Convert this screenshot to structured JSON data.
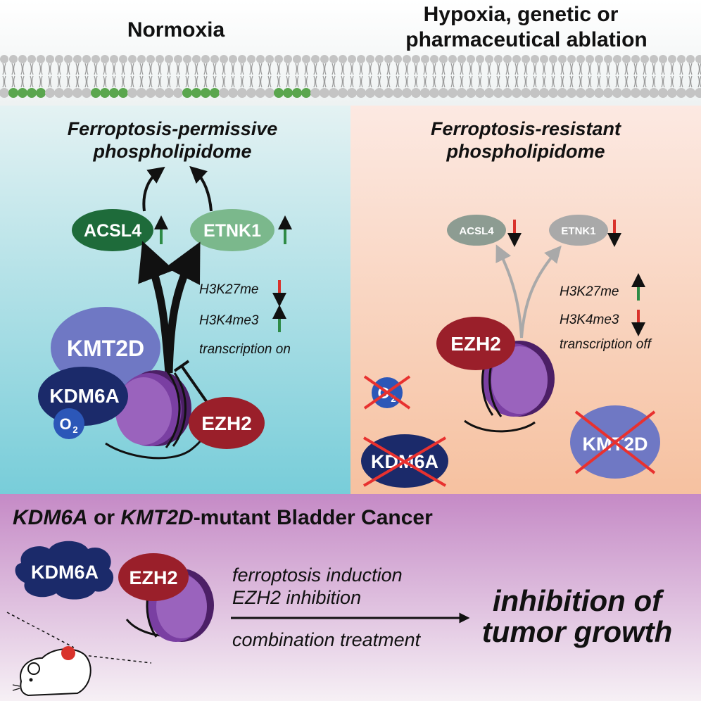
{
  "header": {
    "left_title": "Normoxia",
    "right_title_line1": "Hypoxia, genetic or",
    "right_title_line2": "pharmaceutical ablation"
  },
  "normoxia_panel": {
    "subtitle_line1": "Ferroptosis-permissive",
    "subtitle_line2": "phospholipidome",
    "acsl4": "ACSL4",
    "etnk1": "ETNK1",
    "marks": [
      "H3K27me",
      "H3K4me3",
      "transcription on"
    ],
    "kmt2d": "KMT2D",
    "kdm6a": "KDM6A",
    "o2": "O",
    "o2_sub": "2",
    "ezh2": "EZH2"
  },
  "hypoxia_panel": {
    "subtitle_line1": "Ferroptosis-resistant",
    "subtitle_line2": "phospholipidome",
    "acsl4": "ACSL4",
    "etnk1": "ETNK1",
    "marks": [
      "H3K27me",
      "H3K4me3",
      "transcription off"
    ],
    "ezh2": "EZH2",
    "o2": "O",
    "o2_sub": "2",
    "kdm6a": "KDM6A",
    "kmt2d": "KMT2D"
  },
  "bottom_panel": {
    "title_gene1": "KDM6A",
    "title_or": " or ",
    "title_gene2": "KMT2D",
    "title_rest": "-mutant Bladder Cancer",
    "kdm6a": "KDM6A",
    "ezh2": "EZH2",
    "treatment_line1": "ferroptosis induction",
    "treatment_line2": "EZH2 inhibition",
    "treatment_line3": "combination treatment",
    "outcome_line1": "inhibition of",
    "outcome_line2": "tumor growth"
  },
  "colors": {
    "normoxia_top": "#d8eef0",
    "normoxia_bottom": "#7fcfdb",
    "hypoxia_top": "#fbe6de",
    "hypoxia_bottom": "#f6c3a4",
    "bottom_top": "#c890c8",
    "bottom_bottom": "#f4eef3",
    "acsl4": "#1e6b3a",
    "etnk1": "#7bb88c",
    "kmt2d": "#6f78c4",
    "kdm6a": "#1b2a6a",
    "ezh2": "#9a1f2a",
    "nucleosome": "#8b4fb0",
    "arrow_up": "#2e8b46",
    "arrow_down": "#d9322b",
    "cross": "#e8312f",
    "membrane_head": "#c4c4c4",
    "membrane_receptor": "#5aa64e"
  }
}
